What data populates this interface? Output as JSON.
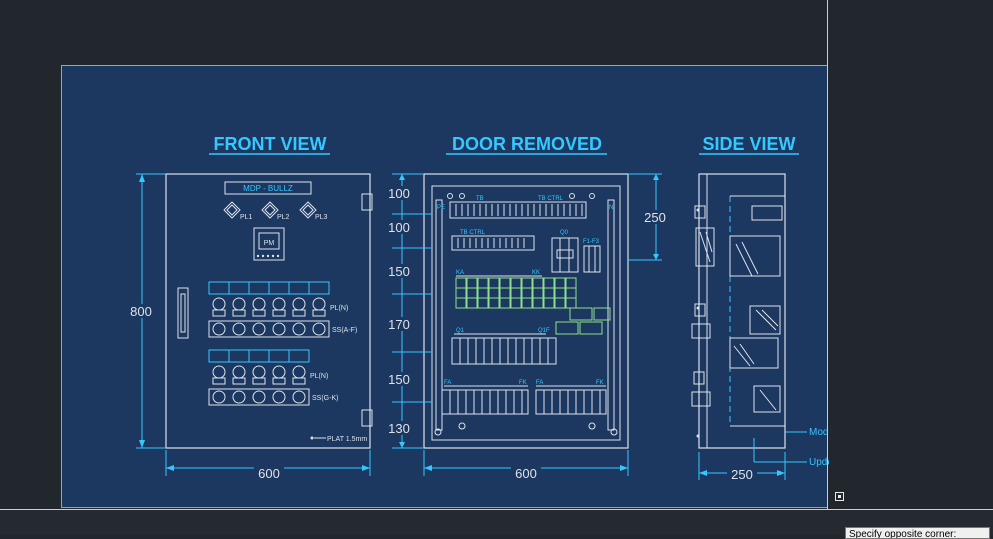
{
  "drawing": {
    "views": {
      "front": "FRONT VIEW",
      "door": "DOOR REMOVED",
      "side": "SIDE VIEW"
    },
    "front_view": {
      "height_dim": "800",
      "width_dim": "600",
      "nameplate": "MDP - BULLZ",
      "pilot_lamps": [
        "PL1",
        "PL2",
        "PL3"
      ],
      "meter": "PM",
      "row1_label_a": "PL(N)",
      "row1_label_b": "SS(A-F)",
      "row2_label_a": "PL(N)",
      "row2_label_b": "SS(G-K)",
      "plate_note": "PLAT 1.5mm"
    },
    "door_removed": {
      "dims_left": [
        "100",
        "100",
        "150",
        "170",
        "150",
        "130"
      ],
      "dim_right": "250",
      "width_dim": "600",
      "labels": {
        "tb": "TB",
        "tb_ctrl": "TB CTRL",
        "tb_ctrl2": "TB CTRL",
        "q0": "Q0",
        "f1f3": "F1-F3",
        "ka": "KA",
        "kk": "KK",
        "q1": "Q1",
        "q1f": "Q1F",
        "fa": "FA",
        "fk": "FK",
        "fa2": "FA",
        "fk2": "FK",
        "pe": "PE",
        "n": "N"
      }
    },
    "side_view": {
      "width_dim": "250",
      "callout_module": "Modul yang dapat dilepas",
      "callout_updeck": "Updeck"
    }
  },
  "prompt": {
    "tooltip": "Specify opposite corner:"
  },
  "colors": {
    "background": "#22272e",
    "sheet": "#1c3760",
    "cyan": "#33c9ff",
    "white_line": "#dde3ea",
    "green": "#8ee08a"
  }
}
